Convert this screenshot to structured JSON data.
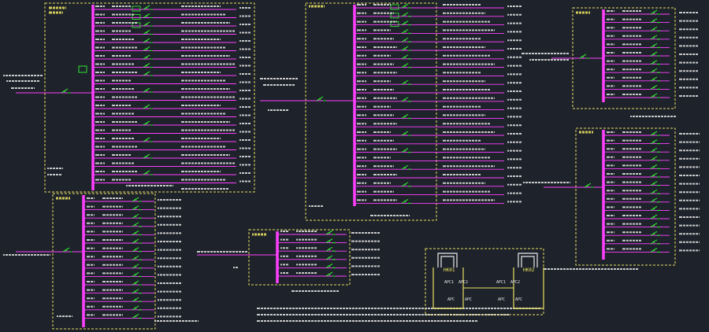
{
  "colors": {
    "background": "#1e222b",
    "panel_frame": "#e8e060",
    "bus": "#ff40ff",
    "feeder": "#ff40ff",
    "breaker": "#30e030",
    "text_white": "#e8e8e8",
    "text_yellow": "#f0e860",
    "text_green": "#50e050",
    "text_cyan": "#40d8e0"
  },
  "labels": {
    "ups_left": "UPS",
    "ups_mid": "UPS",
    "apc1_left": "APC1",
    "apc2_left": "APC2",
    "apc1_right": "APC1",
    "apc2_right": "APC2",
    "apc_a": "APC",
    "apc_b": "APC",
    "apc_c": "APC",
    "apc_d": "APC",
    "hk1": "HK01",
    "hk2": "HK02"
  }
}
